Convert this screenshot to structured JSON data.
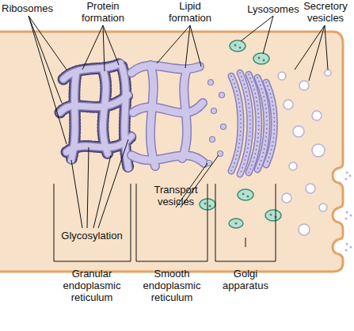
{
  "diagram": {
    "labels": [
      "Ribosomes",
      "Protein formation",
      "Lipid formation",
      "Lysosomes",
      "Secretory vesicles",
      "Glycosylation",
      "Transport vesicles",
      "Granular endoplasmic reticulum",
      "Smooth endoplasmic reticulum",
      "Golgi apparatus"
    ]
  }
}
